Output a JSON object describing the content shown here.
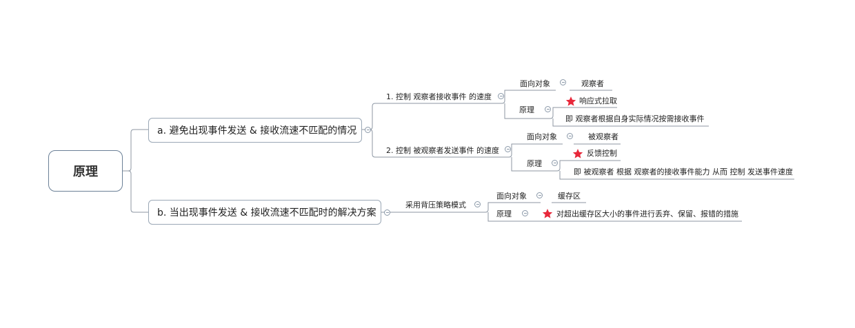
{
  "root": {
    "label": "原理"
  },
  "branch_a": {
    "label": "a. 避免出现事件发送 & 接收流速不匹配的情况",
    "sub1": {
      "label": "1. 控制 观察者接收事件 的速度",
      "target_label": "面向对象",
      "target_value": "观察者",
      "principle_label": "原理",
      "principle_title": "响应式拉取",
      "principle_desc": "即 观察者根据自身实际情况按需接收事件"
    },
    "sub2": {
      "label": "2. 控制 被观察者发送事件 的速度",
      "target_label": "面向对象",
      "target_value": "被观察者",
      "principle_label": "原理",
      "principle_title": "反馈控制",
      "principle_desc": "即 被观察者 根据 观察者的接收事件能力 从而 控制 发送事件速度"
    }
  },
  "branch_b": {
    "label": "b. 当出现事件发送 & 接收流速不匹配时的解决方案",
    "sub1": {
      "label": "采用背压策略模式",
      "target_label": "面向对象",
      "target_value": "缓存区",
      "principle_label": "原理",
      "principle_desc": "对超出缓存区大小的事件进行丢弃、保留、报错的措施"
    }
  },
  "colors": {
    "line": "#8c96a2",
    "star": "#e8283a",
    "border": "#9aa7b5"
  }
}
